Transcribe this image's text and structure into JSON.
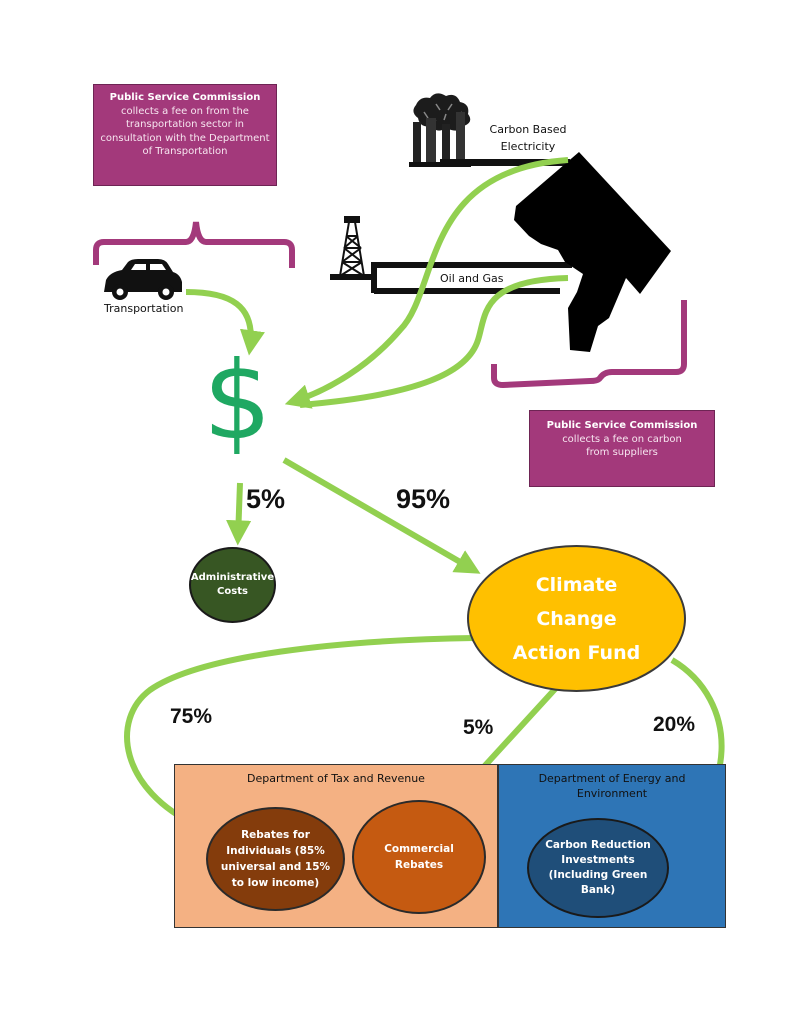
{
  "psc_top": {
    "title": "Public Service Commission",
    "body": "collects a fee on from the transportation sector in consultation with the Department of Transportation"
  },
  "psc_bottom": {
    "title": "Public Service Commission",
    "body": "collects a fee on carbon from suppliers"
  },
  "sources": {
    "transportation": "Transportation",
    "electricity": "Carbon Based Electricity",
    "oil_gas": "Oil and Gas"
  },
  "money_symbol": "$",
  "splits": {
    "admin_pct": "5%",
    "fund_pct": "95%",
    "individuals_pct": "75%",
    "commercial_pct": "5%",
    "investments_pct": "20%"
  },
  "nodes": {
    "admin": "Administrative Costs",
    "fund": "Climate Change Action Fund",
    "rebates_individuals": "Rebates for Individuals (85% universal and 15% to low income)",
    "commercial_rebates": "Commercial Rebates",
    "carbon_investments": "Carbon Reduction Investments (Including Green Bank)"
  },
  "departments": {
    "tax": "Department of Tax and Revenue",
    "energy": "Department of Energy and Environment"
  },
  "colors": {
    "arrow_green": "#92d050",
    "bracket_purple": "#a3397b",
    "dollar_green": "#1fa862",
    "fund_orange": "#ffc000",
    "admin_green": "#375623",
    "tax_bg": "#f4b183",
    "energy_bg": "#2e75b6",
    "rebates_brown": "#843c0c",
    "commercial_orange": "#c55a11",
    "investments_navy": "#1f4e79"
  }
}
